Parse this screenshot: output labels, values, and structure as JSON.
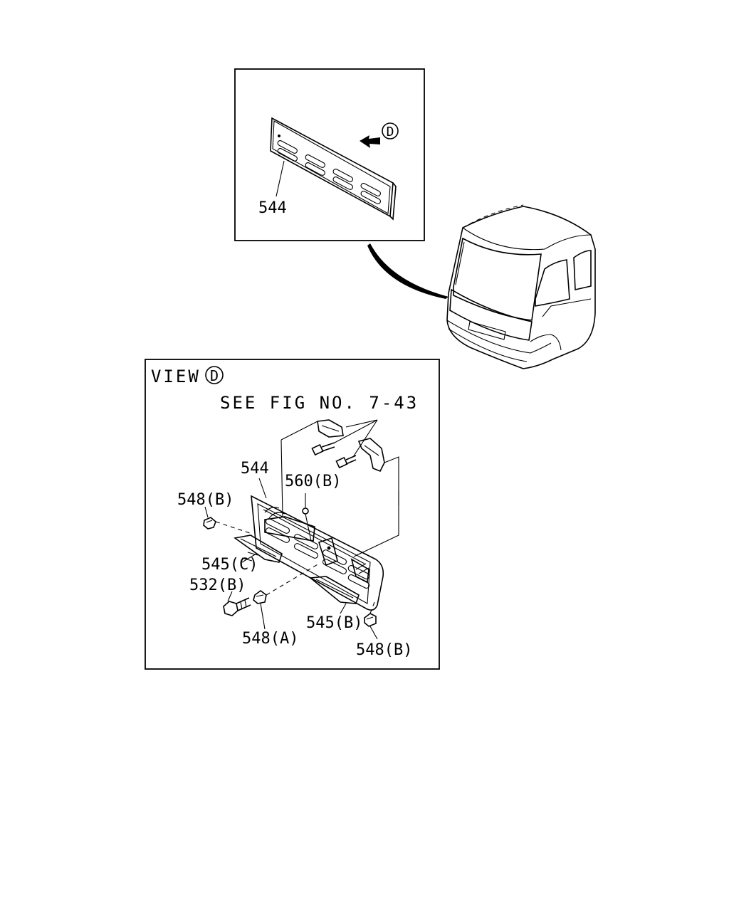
{
  "detail": {
    "part_label": "544",
    "view_marker": "D"
  },
  "view": {
    "title": "VIEW",
    "marker": "D",
    "see_fig": "SEE FIG NO. 7-43",
    "labels": {
      "grille": "544",
      "clip_560b": "560(B)",
      "clip_548b_left": "548(B)",
      "strip_545c": "545(C)",
      "bolt_532b": "532(B)",
      "strip_545b": "545(B)",
      "clip_548a": "548(A)",
      "clip_548b_right": "548(B)"
    }
  }
}
